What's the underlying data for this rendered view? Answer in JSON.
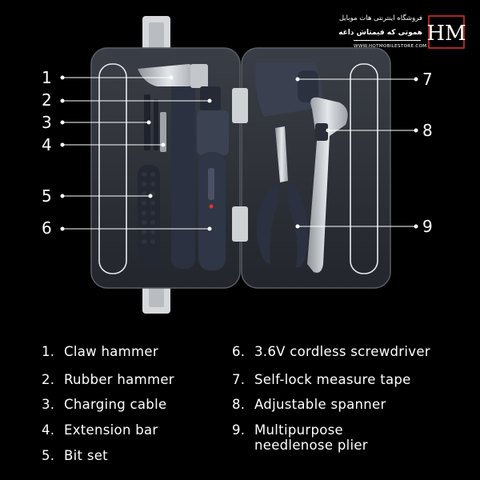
{
  "store": {
    "line1": "فروشگاه اینترنتی هات موبایل",
    "line2": "هموتی که قیمتاش داغه",
    "url": "WWW.HOTMOBILESTORE.COM",
    "logo_letters": "HM"
  },
  "callouts": [
    "1",
    "2",
    "3",
    "4",
    "5",
    "6",
    "7",
    "8",
    "9"
  ],
  "legend": {
    "left": [
      {
        "num": "1.",
        "text": "Claw hammer"
      },
      {
        "num": "2.",
        "text": "Rubber hammer"
      },
      {
        "num": "3.",
        "text": "Charging cable"
      },
      {
        "num": "4.",
        "text": "Extension bar"
      },
      {
        "num": "5.",
        "text": "Bit set"
      }
    ],
    "right": [
      {
        "num": "6.",
        "text": "3.6V cordless screwdriver"
      },
      {
        "num": "7.",
        "text": "Self-lock measure tape"
      },
      {
        "num": "8.",
        "text": "Adjustable spanner"
      },
      {
        "num": "9.",
        "text": "Multipurpose",
        "text2": "needlenose plier"
      }
    ]
  },
  "colors": {
    "background": "#000000",
    "case": "#2c2f37",
    "tool_navy": "#2b3140",
    "accent_red": "#e4322b"
  }
}
